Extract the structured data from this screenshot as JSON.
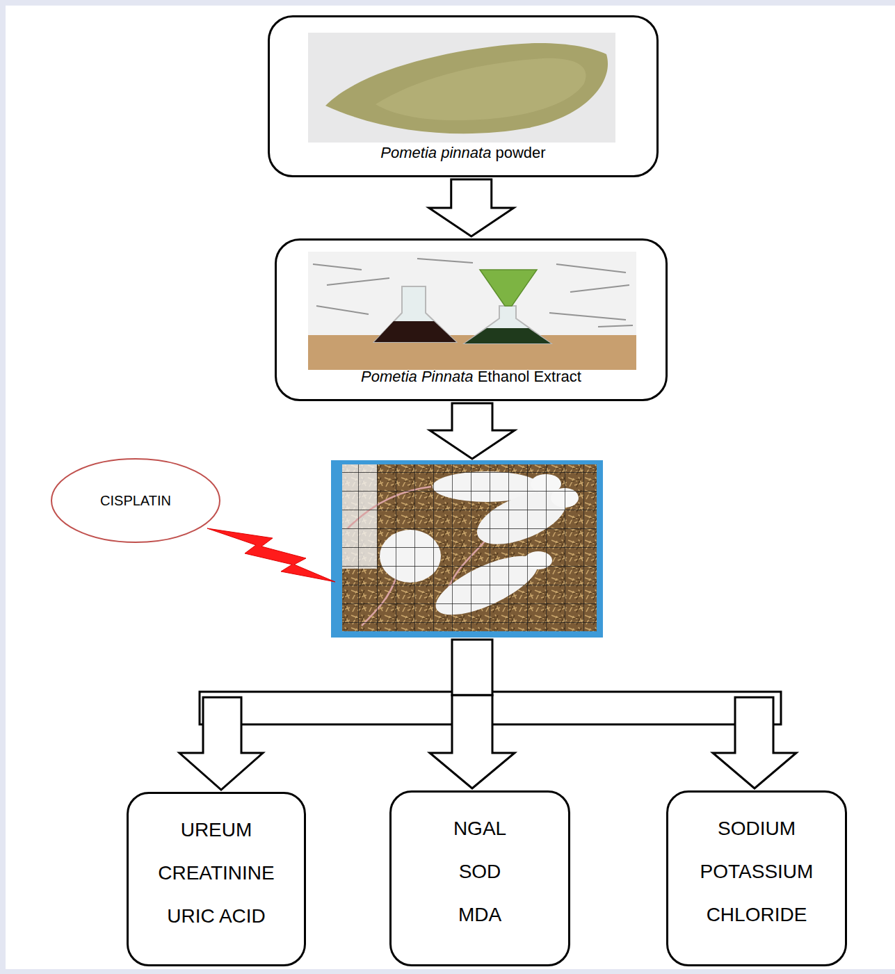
{
  "diagram": {
    "nodes": [
      {
        "text": [
          "Pometia pinnata powder"
        ]
      },
      {
        "text": [
          "Pometia Pinnata Ethanol Extract"
        ]
      },
      {
        "text": [
          "CISPLATIN"
        ]
      },
      {
        "text": [
          "UREUM",
          "CREATININE",
          "URIC ACID"
        ]
      },
      {
        "text": [
          "NGAL",
          "SOD",
          "MDA"
        ]
      },
      {
        "text": [
          "SODIUM",
          "POTASSIUM",
          "CHLORIDE"
        ]
      }
    ],
    "edges": [
      {
        "from": 0,
        "to": 1,
        "arrow": "to"
      }
    ]
  }
}
